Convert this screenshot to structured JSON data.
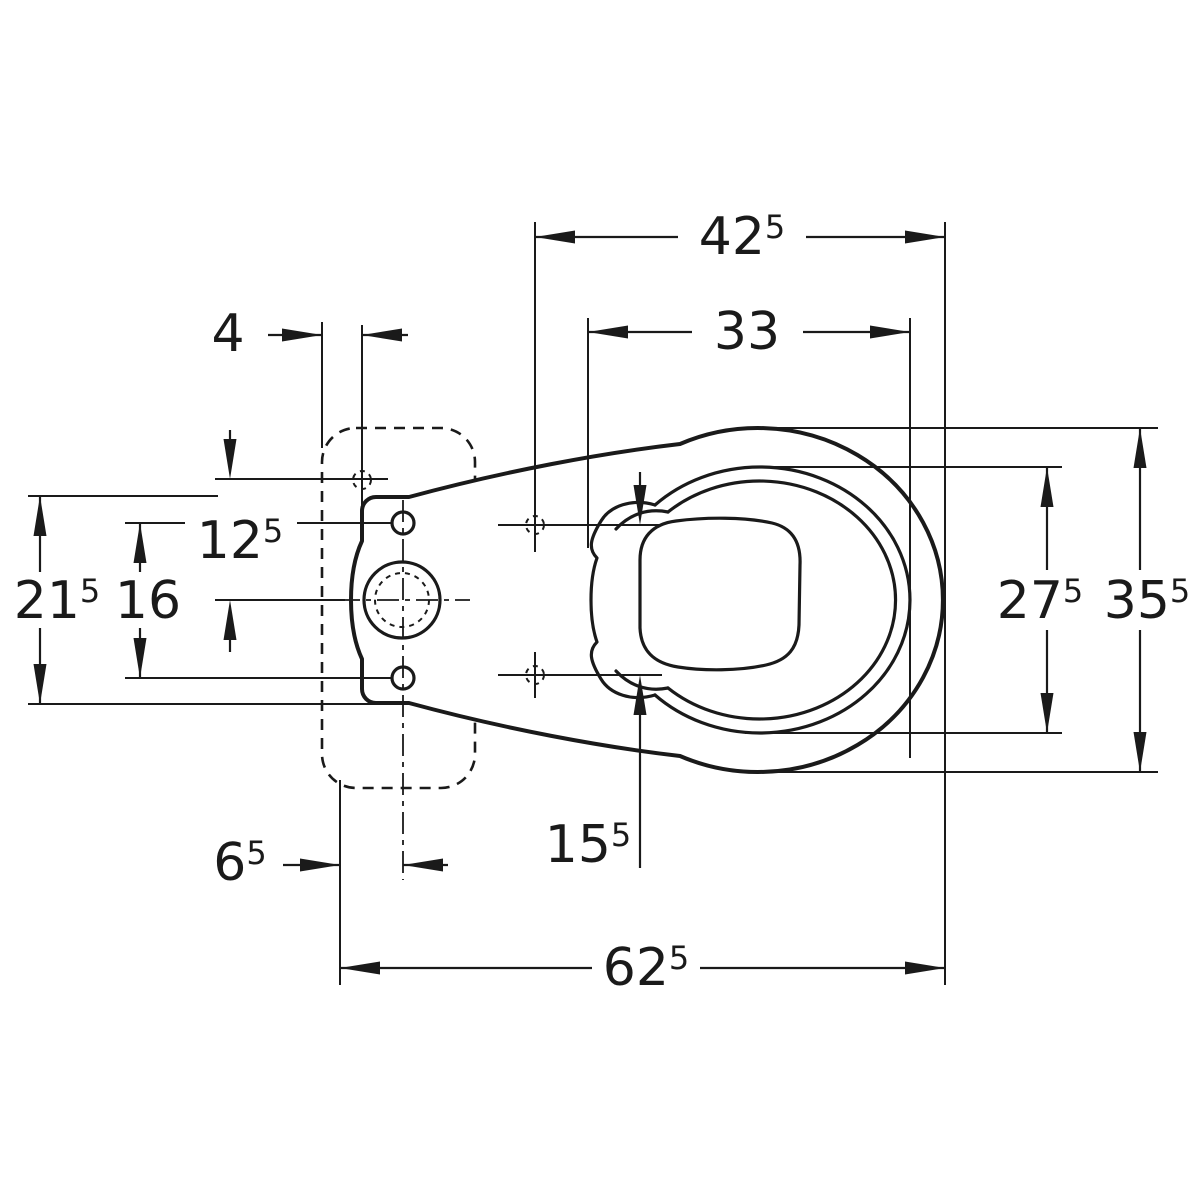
{
  "drawing": {
    "kind": "technical-dimension-drawing",
    "subject": "ceramic WC pan with cistern mounting plate, top view",
    "units": "cm",
    "colors": {
      "line": "#1a1a1a",
      "background": "#ffffff"
    },
    "dimension_values_cm": [
      62.5,
      42.5,
      33,
      35.5,
      27.5,
      21.5,
      16,
      15.5,
      12.5,
      6.5,
      4
    ]
  },
  "dims": {
    "d425": {
      "main": "42",
      "sup": "5",
      "value": 42.5
    },
    "d33": {
      "main": "33",
      "sup": "",
      "value": 33
    },
    "d4": {
      "main": "4",
      "sup": "",
      "value": 4
    },
    "d125": {
      "main": "12",
      "sup": "5",
      "value": 12.5
    },
    "d215": {
      "main": "21",
      "sup": "5",
      "value": 21.5
    },
    "d16": {
      "main": "16",
      "sup": "",
      "value": 16
    },
    "d275": {
      "main": "27",
      "sup": "5",
      "value": 27.5
    },
    "d355": {
      "main": "35",
      "sup": "5",
      "value": 35.5
    },
    "d155": {
      "main": "15",
      "sup": "5",
      "value": 15.5
    },
    "d65": {
      "main": "6",
      "sup": "5",
      "value": 6.5
    },
    "d625": {
      "main": "62",
      "sup": "5",
      "value": 62.5
    }
  }
}
